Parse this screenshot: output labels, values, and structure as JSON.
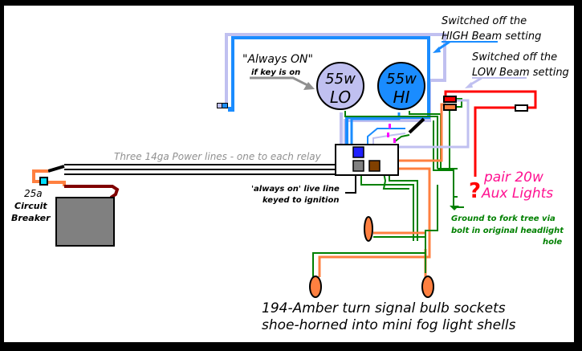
{
  "diagram": {
    "title": "Motorcycle auxiliary / fog light wiring diagram",
    "colors": {
      "border": "#000000",
      "high_beam_wire": "#1a8cff",
      "low_beam_wire": "#c0c0f0",
      "ground_wire": "#008000",
      "turn_signal_wire": "#ff8040",
      "battery_lead": "#800000",
      "aux_light_wire": "#ff0000",
      "aux_label": "#ff1090",
      "annotation_gray": "#909090",
      "relay_blue": "#2020ff",
      "relay_gray": "#808080",
      "relay_brown": "#804000",
      "breaker": "#00e0ff",
      "battery": "#808080",
      "magenta_connector": "#ff00ff"
    },
    "annotations": {
      "high_beam_line1": "Switched off the",
      "high_beam_line2_underlined": "HIGH Beam",
      "high_beam_line2_rest": " setting",
      "low_beam_line1": "Switched off the",
      "low_beam_line2_underlined": "LOW Beam",
      "low_beam_line2_rest": " setting",
      "always_on_title": "\"Always ON\"",
      "always_on_subtitle": "if key is on",
      "power_lines": "Three 14ga Power lines - one to each relay",
      "live_line_1": "'always on' live line",
      "live_line_2": "keyed to ignition",
      "breaker_1": "25a",
      "breaker_2": "Circuit",
      "breaker_3": "Breaker",
      "aux_question": "?",
      "aux_line1": "pair 20w",
      "aux_line2": "Aux Lights",
      "ground_line1": "Ground to fork tree via",
      "ground_line2": "bolt in original headlight",
      "ground_line3": "hole",
      "sockets_line1": "194-Amber turn signal bulb sockets",
      "sockets_line2": "shoe-horned into mini fog light shells"
    },
    "lamps": [
      {
        "name": "low-beam-lamp",
        "watts": "55w",
        "label": "LO",
        "fill": "#c0c0f0"
      },
      {
        "name": "high-beam-lamp",
        "watts": "55w",
        "label": "HI",
        "fill": "#1a8cff"
      }
    ]
  }
}
